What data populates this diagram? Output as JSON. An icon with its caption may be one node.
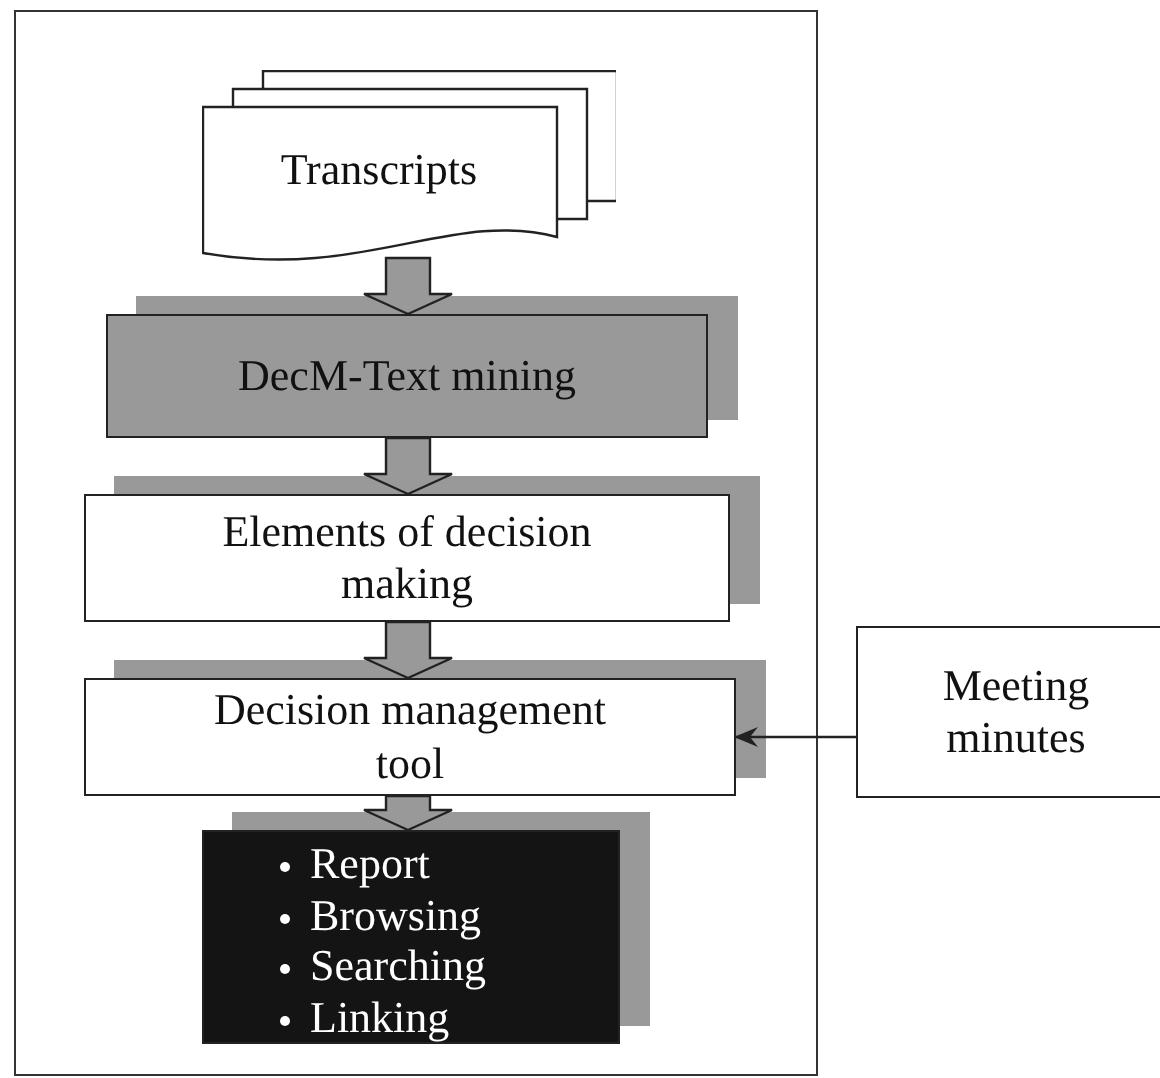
{
  "diagram": {
    "nodes": [
      {
        "text": [],
        "shape": "box"
      },
      {
        "text": [
          "Transcripts"
        ],
        "in": 0
      },
      {
        "text": [
          "DecM-Text mining"
        ],
        "in": 0
      },
      {
        "text": [
          "Elements of decision making"
        ],
        "in": 0
      },
      {
        "text": [
          "Decision management tool"
        ],
        "in": 0
      },
      {
        "text": [
          "Report",
          "Browsing",
          "Searching",
          "Linking"
        ],
        "in": 0
      },
      {
        "text": [
          "Meeting minutes"
        ]
      }
    ],
    "edges": [
      {
        "from": 1,
        "to": 2,
        "arrow": "to",
        "style": "thick"
      },
      {
        "from": 2,
        "to": 3,
        "arrow": "to",
        "style": "thick"
      },
      {
        "from": 3,
        "to": 4,
        "arrow": "to",
        "style": "thick"
      },
      {
        "from": 4,
        "to": 5,
        "arrow": "to",
        "style": "thick"
      },
      {
        "from": 6,
        "to": 4,
        "arrow": "to"
      }
    ]
  }
}
